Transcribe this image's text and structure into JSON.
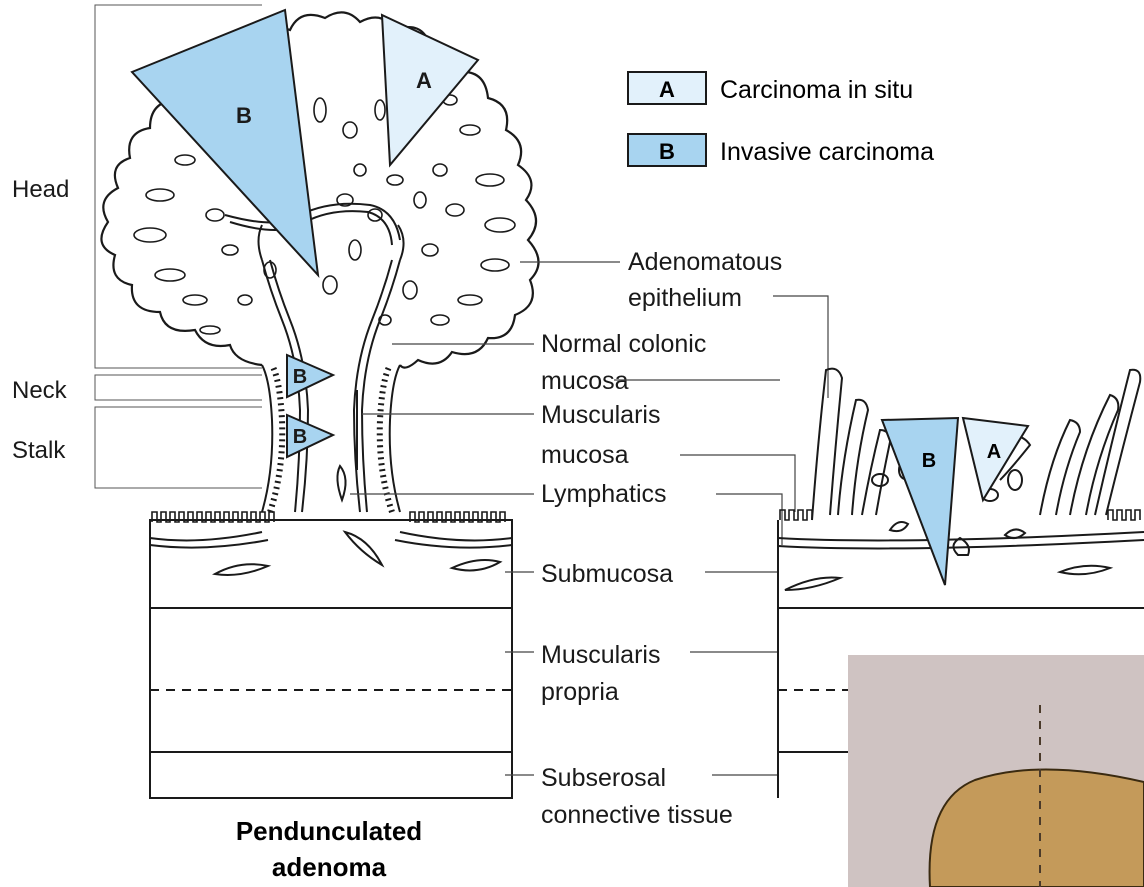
{
  "legend": {
    "items": [
      {
        "key": "A",
        "label": "Carcinoma in situ",
        "color": "#e2f1fb"
      },
      {
        "key": "B",
        "label": "Invasive carcinoma",
        "color": "#a8d4f0"
      }
    ]
  },
  "region_labels": {
    "head": "Head",
    "neck": "Neck",
    "stalk": "Stalk"
  },
  "center_labels": {
    "adenomatous_1": "Adenomatous",
    "adenomatous_2": "epithelium",
    "normal_1": "Normal colonic",
    "normal_2": "mucosa",
    "muscularis_mucosa_1": "Muscularis",
    "muscularis_mucosa_2": "mucosa",
    "lymphatics": "Lymphatics",
    "submucosa": "Submucosa",
    "muscularis_propria_1": "Muscularis",
    "muscularis_propria_2": "propria",
    "subserosal_1": "Subserosal",
    "subserosal_2": "connective tissue"
  },
  "caption": {
    "line1": "Pendunculated",
    "line2": "adenoma"
  },
  "tumor_markers": {
    "a": "A",
    "b": "B"
  },
  "colors": {
    "carcinoma_in_situ": "#e2f1fb",
    "invasive_carcinoma": "#a8d4f0",
    "line": "#1a1a1a",
    "photo_bg": "#cfc3c2",
    "photo_blob": "#c49a5a"
  }
}
